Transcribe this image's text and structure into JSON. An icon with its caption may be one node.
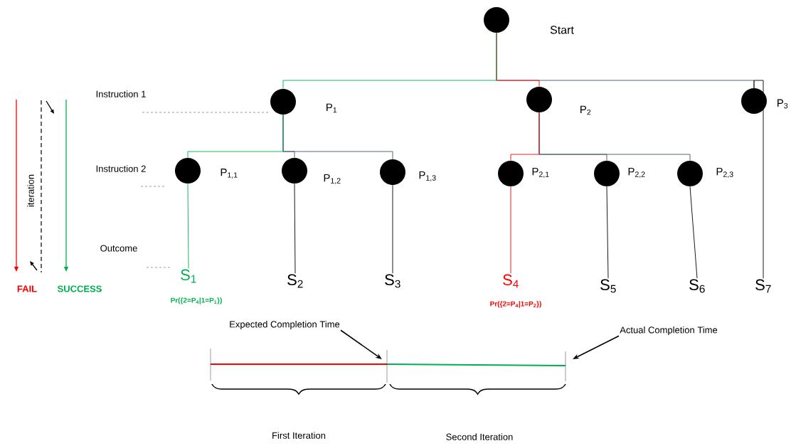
{
  "diagram": {
    "nodes": [
      {
        "text": [],
        "shape": "circle",
        "beside": [
          "Start"
        ]
      },
      {
        "text": [],
        "shape": "circle",
        "beside": [
          "P$_{1}$"
        ]
      },
      {
        "text": [],
        "shape": "circle",
        "beside": [
          "P$_{2}$"
        ]
      },
      {
        "text": [],
        "shape": "circle",
        "beside": [
          "P$_{3}$"
        ]
      },
      {
        "text": [],
        "shape": "circle",
        "beside": [
          "P$_{1,1}$"
        ]
      },
      {
        "text": [],
        "shape": "circle",
        "beside": [
          "P$_{1,2}$"
        ]
      },
      {
        "text": [],
        "shape": "circle",
        "beside": [
          "P$_{1,3}$"
        ]
      },
      {
        "text": [],
        "shape": "circle",
        "beside": [
          "P$_{2,1}$"
        ]
      },
      {
        "text": [],
        "shape": "circle",
        "beside": [
          "P$_{2,2}$"
        ]
      },
      {
        "text": [],
        "shape": "circle",
        "beside": [
          "P$_{2,3}$"
        ]
      },
      {
        "text": [
          "S$_{1}$"
        ],
        "beside": [
          "Pr({2=P$_{4}$|1=P$_{1}$})"
        ]
      },
      {
        "text": [
          "S$_{2}$"
        ]
      },
      {
        "text": [
          "S$_{3}$"
        ]
      },
      {
        "text": [
          "S$_{4}$"
        ],
        "beside": [
          "Pr({2=P$_{4}$|1=P$_{2}$})"
        ]
      },
      {
        "text": [
          "S$_{5}$"
        ]
      },
      {
        "text": [
          "S$_{6}$"
        ]
      },
      {
        "text": [
          "S$_{7}$"
        ]
      },
      {
        "text": [
          "Expected Completion Time"
        ]
      },
      {
        "text": [
          "Actual Completion Time"
        ]
      }
    ],
    "edges": [
      {
        "from": 0,
        "to": 3,
        "arrow": "none",
        "color": "#44546a"
      },
      {
        "from": 0,
        "to": 2,
        "arrow": "none",
        "color": "#ff0000"
      },
      {
        "from": 0,
        "to": 1,
        "arrow": "none",
        "color": "#00b050"
      },
      {
        "from": 1,
        "to": 5,
        "arrow": "none",
        "color": "#44546a"
      },
      {
        "from": 1,
        "to": 6,
        "arrow": "none",
        "color": "#44546a"
      },
      {
        "from": 1,
        "to": 4,
        "arrow": "none",
        "color": "#00b050"
      },
      {
        "from": 2,
        "to": 8,
        "arrow": "none",
        "color": "#44546a"
      },
      {
        "from": 2,
        "to": 9,
        "arrow": "none",
        "color": "#44546a"
      },
      {
        "from": 2,
        "to": 7,
        "arrow": "none",
        "color": "#ff0000"
      },
      {
        "from": 4,
        "to": 10,
        "arrow": "none",
        "color": "#00b050"
      },
      {
        "from": 5,
        "to": 11,
        "arrow": "none"
      },
      {
        "from": 6,
        "to": 12,
        "arrow": "none"
      },
      {
        "from": 7,
        "to": 13,
        "arrow": "none",
        "color": "#ff0000"
      },
      {
        "from": 8,
        "to": 14,
        "arrow": "none"
      },
      {
        "from": 9,
        "to": 15,
        "arrow": "none"
      },
      {
        "from": 3,
        "to": 16,
        "arrow": "none"
      },
      {
        "from": 17,
        "to": null,
        "arrow": "to"
      },
      {
        "from": 18,
        "to": null,
        "arrow": "to"
      }
    ],
    "labels": [
      "Instruction 1",
      "Instruction 2",
      "Outcome",
      "iteration",
      "FAIL",
      "SUCCESS",
      "First Iteration",
      "Second Iteration"
    ]
  }
}
